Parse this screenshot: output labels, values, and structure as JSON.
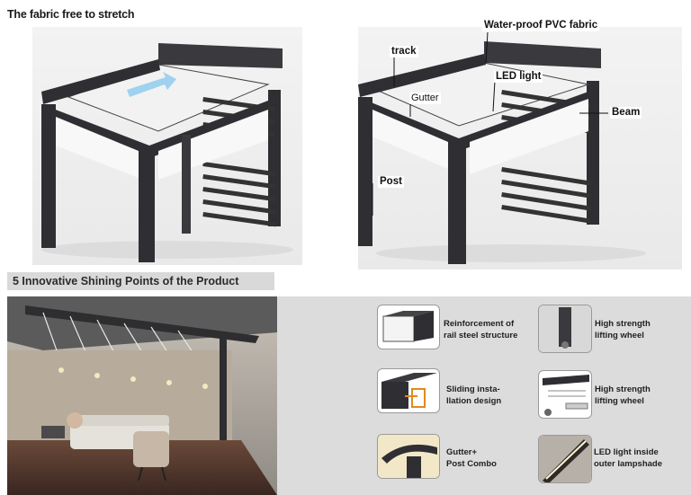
{
  "top_heading": "The fabric free to stretch",
  "callouts": {
    "waterproof": "Water-proof PVC fabric",
    "track": "track",
    "led_light": "LED light",
    "gutter": "Gutter",
    "beam": "Beam",
    "post": "Post"
  },
  "section_title": "5 Innovative Shining Points of the Product",
  "features": [
    {
      "label": "Reinforcement of\nrail steel structure",
      "icon": "rail-steel-icon"
    },
    {
      "label": "High strength\nlifting wheel",
      "icon": "lifting-wheel-icon"
    },
    {
      "label": "Sliding insta-\nllation design",
      "icon": "sliding-install-icon"
    },
    {
      "label": "High strength\nlifting wheel",
      "icon": "lifting-wheel-detail-icon"
    },
    {
      "label": "Gutter+\nPost Combo",
      "icon": "gutter-post-icon"
    },
    {
      "label": "LED light inside\nouter lampshade",
      "icon": "led-lampshade-icon"
    }
  ],
  "colors": {
    "frame": "#2f2f33",
    "fabric": "#f4f4f4",
    "accent_arrow": "#9fd2ee",
    "panel": "#dcdcdc"
  }
}
